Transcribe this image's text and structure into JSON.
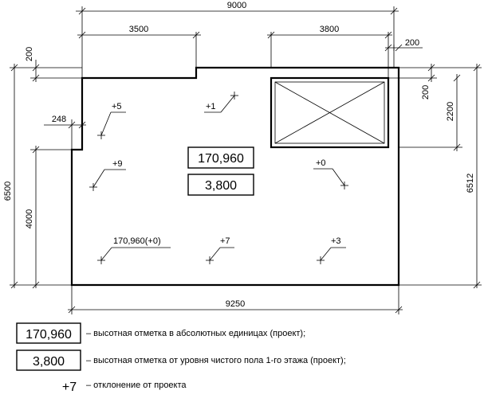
{
  "dimensions": {
    "top_total": "9000",
    "top_left": "3500",
    "top_right": "3800",
    "top_right_small": "200",
    "left_top_small": "200",
    "left_notch": "248",
    "left_total": "6500",
    "left_lower": "4000",
    "right_small": "200",
    "right_mid": "2200",
    "right_total": "6512",
    "bottom_total": "9250"
  },
  "boxes": {
    "absolute": "170,960",
    "relative": "3,800"
  },
  "marks": {
    "m_plus5": "+5",
    "m_plus1": "+1",
    "m_plus9": "+9",
    "m_plus0": "+0",
    "m_base": "170,960(+0)",
    "m_plus7": "+7",
    "m_plus3": "+3"
  },
  "legend": {
    "box1_value": "170,960",
    "box1_text": "– высотная отметка в абсолютных единицах (проект);",
    "box2_value": "3,800",
    "box2_text": "– высотная отметка от уровня чистого пола 1-го этажа (проект);",
    "dev_value": "+7",
    "dev_text": "– отклонение от проекта"
  }
}
